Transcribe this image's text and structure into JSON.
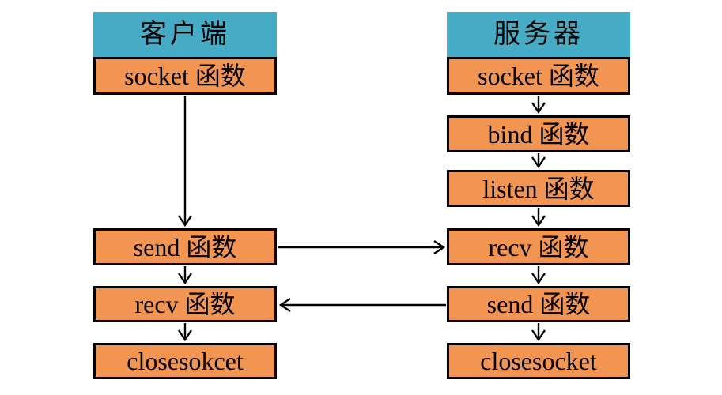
{
  "diagram": {
    "type": "flowchart",
    "background": "#FFFFFF",
    "colors": {
      "header_fill": "#46ABC4",
      "box_fill": "#F39552",
      "box_border": "#000000",
      "arrow": "#000000",
      "text": "#000000"
    },
    "client": {
      "header": "客户端",
      "steps": [
        "socket 函数",
        "send 函数",
        "recv 函数",
        "closesokcet"
      ]
    },
    "server": {
      "header": "服务器",
      "steps": [
        "socket 函数",
        "bind 函数",
        "listen 函数",
        "recv 函数",
        "send 函数",
        "closesocket"
      ]
    },
    "connections": [
      {
        "from": "client.socket",
        "to": "client.send",
        "direction": "down"
      },
      {
        "from": "client.send",
        "to": "client.recv",
        "direction": "down"
      },
      {
        "from": "client.recv",
        "to": "client.closesokcet",
        "direction": "down"
      },
      {
        "from": "server.socket",
        "to": "server.bind",
        "direction": "down"
      },
      {
        "from": "server.bind",
        "to": "server.listen",
        "direction": "down"
      },
      {
        "from": "server.listen",
        "to": "server.recv",
        "direction": "down"
      },
      {
        "from": "server.recv",
        "to": "server.send",
        "direction": "down"
      },
      {
        "from": "server.send",
        "to": "server.closesocket",
        "direction": "down"
      },
      {
        "from": "client.send",
        "to": "server.recv",
        "direction": "right"
      },
      {
        "from": "server.send",
        "to": "client.recv",
        "direction": "left"
      }
    ]
  }
}
